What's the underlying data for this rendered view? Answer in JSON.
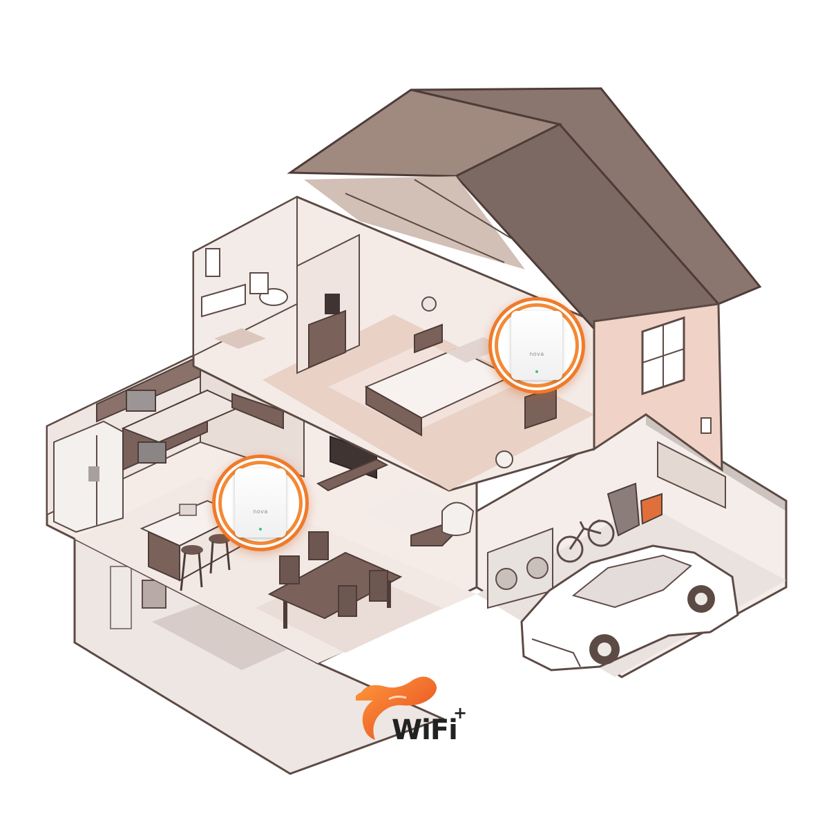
{
  "logo": {
    "text": "WiFi",
    "superscript": "+",
    "name": "nova-wifi-plus-logo"
  },
  "nodes": [
    {
      "brand": "nova",
      "location": "upstairs bedroom"
    },
    {
      "brand": "nova",
      "location": "ground floor kitchen"
    }
  ],
  "colors": {
    "accent": "#f07a2a",
    "roof": "#8b766f",
    "wall": "#f2e4dd",
    "floor": "#e8cdc0",
    "outline": "#5c4a45"
  }
}
